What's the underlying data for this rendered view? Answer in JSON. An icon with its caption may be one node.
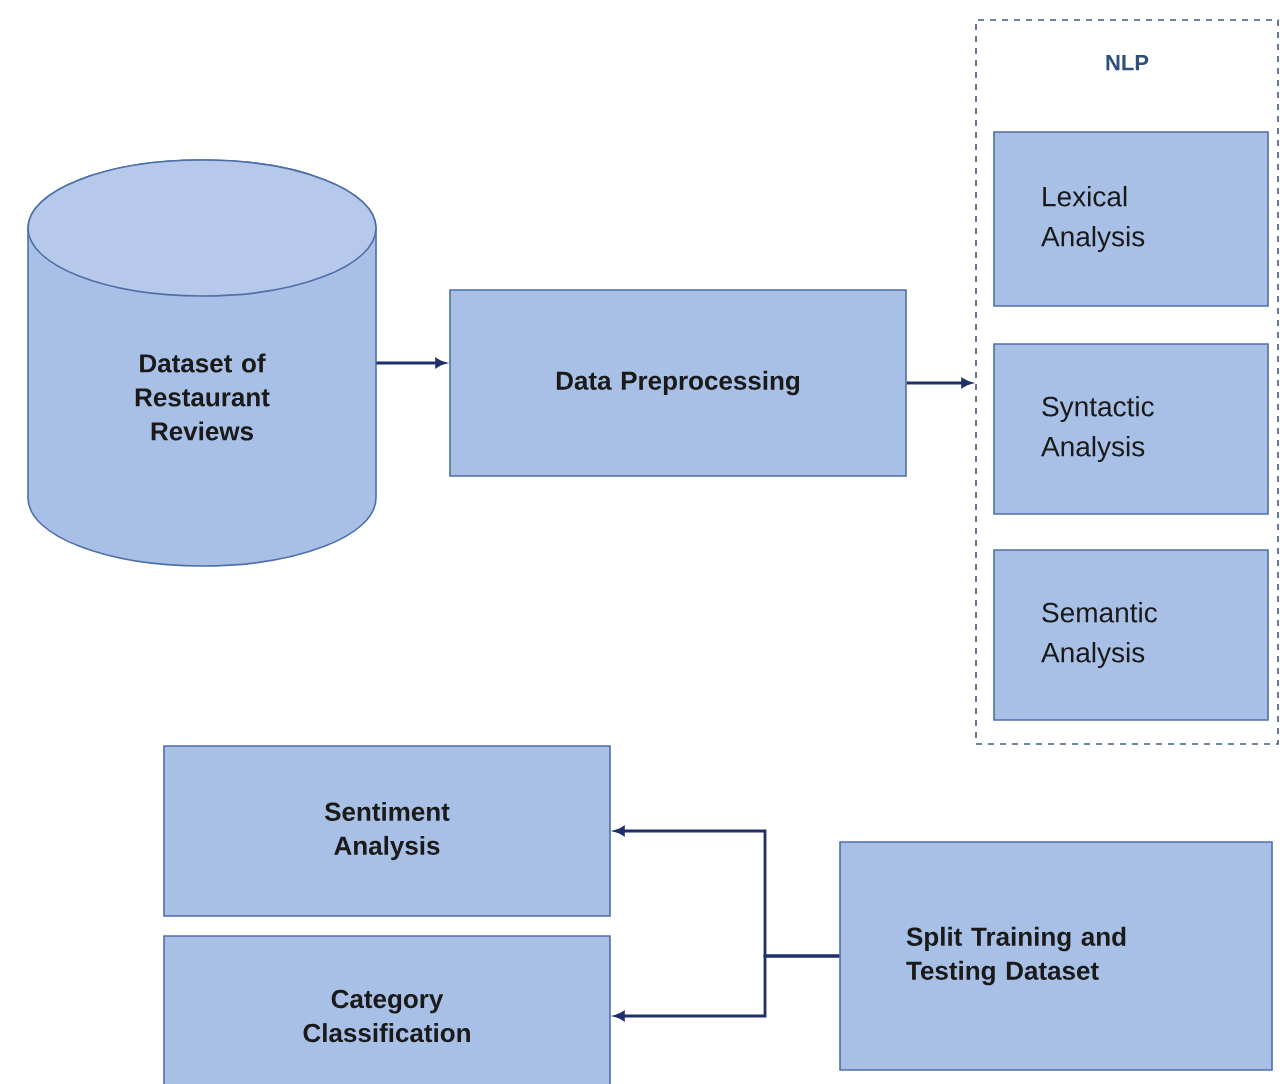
{
  "diagram": {
    "nodes": [
      {
        "text": [
          "Dataset of Restaurant Reviews"
        ]
      },
      {
        "text": [
          "Data Preprocessing"
        ]
      },
      {
        "text": [
          "NLP"
        ]
      },
      {
        "text": [
          "Lexical Analysis"
        ],
        "in": 2
      },
      {
        "text": [
          "Syntactic Analysis"
        ],
        "in": 2
      },
      {
        "text": [
          "Semantic Analysis"
        ],
        "in": 2
      },
      {
        "text": [
          "Sentiment Analysis"
        ]
      },
      {
        "text": [
          "Category Classification"
        ]
      },
      {
        "text": [
          "Split Training and Testing Dataset"
        ]
      }
    ],
    "edges": [
      {
        "from": 0,
        "to": 1,
        "arrow": "to"
      },
      {
        "from": 1,
        "to": 2,
        "arrow": "to"
      },
      {
        "from": 8,
        "to": 6,
        "arrow": "to"
      },
      {
        "from": 8,
        "to": 7,
        "arrow": "to"
      }
    ]
  }
}
